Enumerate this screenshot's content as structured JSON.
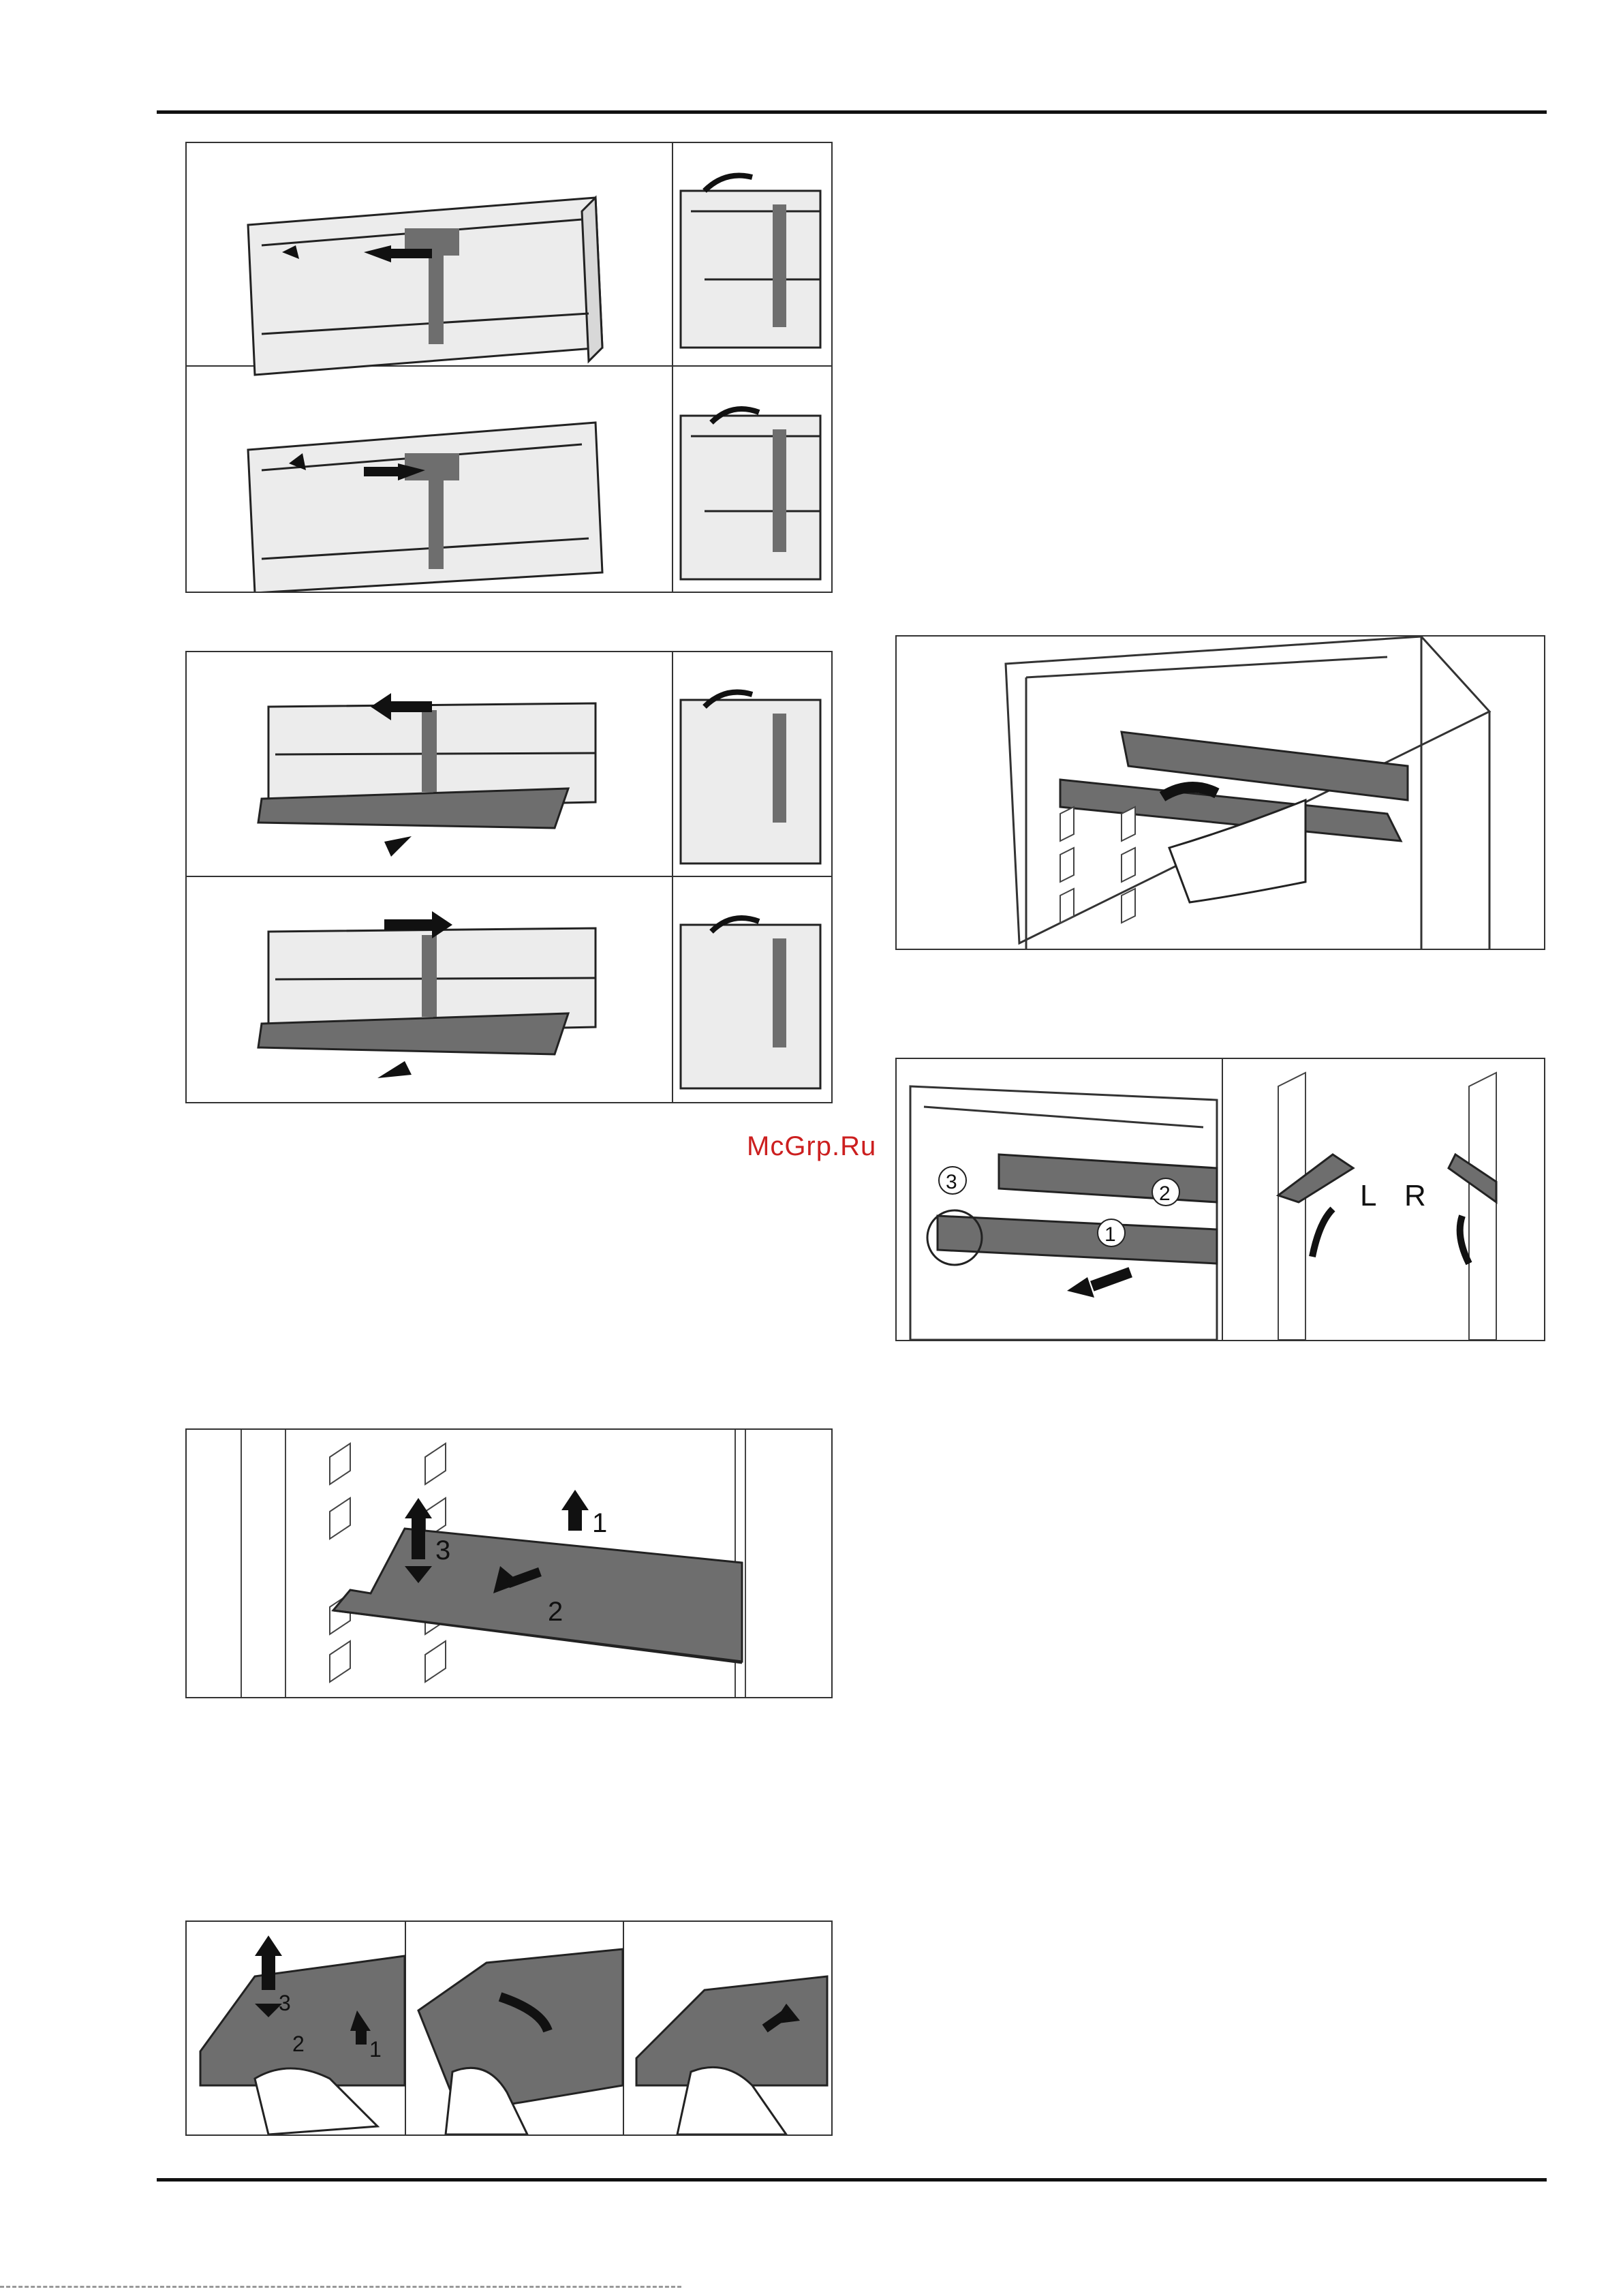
{
  "page": {
    "watermark": "McGrp.Ru"
  },
  "figures": {
    "shelf_detail": {
      "labels": [
        "3",
        "2",
        "1"
      ],
      "side_labels": [
        "L",
        "R"
      ]
    },
    "glass_shelf": {
      "labels": [
        "3",
        "1",
        "2"
      ]
    },
    "hand_shelf": {
      "labels": [
        "3",
        "2",
        "1"
      ]
    }
  },
  "colors": {
    "shelf_gray": "#6e6e6e",
    "line": "#222222",
    "panel_fill": "#e9e9e9"
  }
}
